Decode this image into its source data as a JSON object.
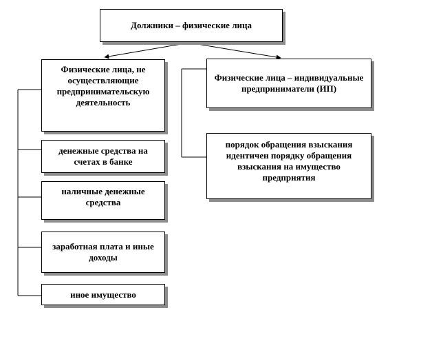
{
  "root": {
    "label": "Должники – физические лица"
  },
  "left_branch": {
    "label": "Физические лица, не осуществляющие предпринимательскую деятельность",
    "items": [
      "денежные средства на счетах в банке",
      "наличные денежные средства",
      "заработная плата и иные доходы",
      "иное имущество"
    ]
  },
  "right_branch": {
    "label": "Физические лица – индивидуальные предприниматели (ИП)",
    "note": "порядок обращения взыскания идентичен порядку обращения взыскания на имущество предприятия"
  },
  "colors": {
    "box_border": "#000000",
    "box_shadow": "#8c8c8c",
    "connector": "#000000"
  }
}
